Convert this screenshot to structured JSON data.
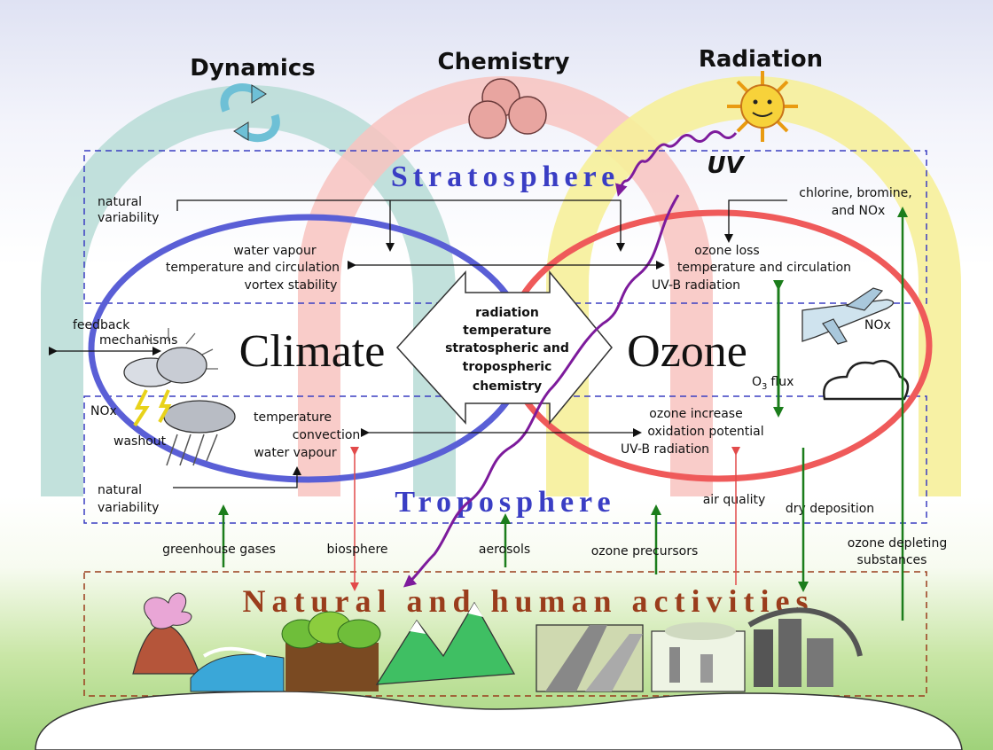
{
  "themes": {
    "dynamics": "Dynamics",
    "chemistry": "Chemistry",
    "radiation": "Radiation"
  },
  "layers": {
    "stratosphere": "Stratosphere",
    "troposphere": "Troposphere",
    "activities": "Natural and human activities"
  },
  "main": {
    "climate": "Climate",
    "ozone": "Ozone",
    "uv": "UV"
  },
  "center": {
    "l1": "radiation",
    "l2": "temperature",
    "l3": "stratospheric and",
    "l4": "tropospheric",
    "l5": "chemistry"
  },
  "strat": {
    "nat1": "natural",
    "nat2": "variability",
    "wv": "water vapour",
    "tc": "temperature and circulation",
    "vs": "vortex stability",
    "cb1": "chlorine, bromine,",
    "cb2": "and NOx",
    "ol": "ozone loss",
    "tc2": "temperature and circulation",
    "uvb": "UV-B radiation"
  },
  "side": {
    "fb1": "feedback",
    "fb2": "mechanisms",
    "nox_plane": "NOx",
    "o3flux": "flux",
    "o3sym": "O",
    "o3sub": "3"
  },
  "trop": {
    "nox": "NOx",
    "washout": "washout",
    "temp": "temperature",
    "conv": "convection",
    "wv": "water vapour",
    "nat1": "natural",
    "nat2": "variability",
    "oi": "ozone increase",
    "op": "oxidation potential",
    "uvb": "UV-B radiation",
    "aq": "air quality",
    "dd": "dry deposition"
  },
  "fluxes": {
    "gg": "greenhouse gases",
    "bio": "biosphere",
    "aer": "aerosols",
    "op": "ozone precursors",
    "ods1": "ozone depleting",
    "ods2": "substances"
  },
  "colors": {
    "dynamics_ring": "#b7dcd6",
    "chemistry_ring": "#f8c3c0",
    "radiation_ring": "#f6ef9a",
    "climate_oval": "#5a5fd6",
    "ozone_oval": "#ef5a5a",
    "layer_text": "#3a3ec4",
    "activities_text": "#9a3d1c",
    "green_arrow": "#1b7d1b",
    "red_arrow": "#e24a4a",
    "uv_arrow": "#7d1b9c"
  }
}
